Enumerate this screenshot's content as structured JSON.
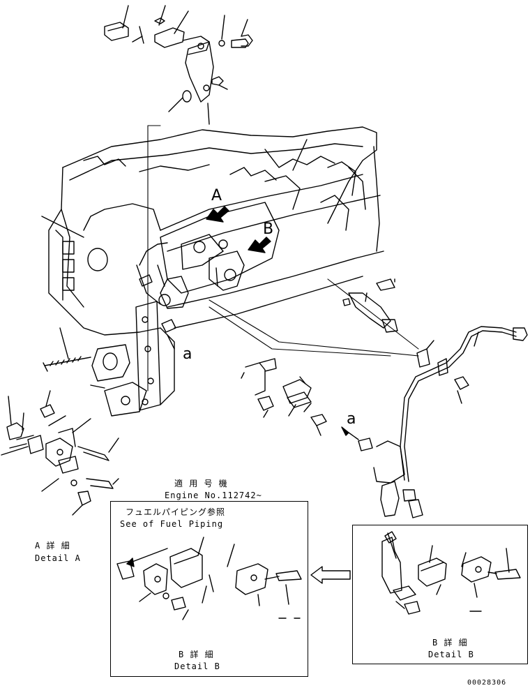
{
  "callouts": {
    "view_a": "A",
    "view_b": "B",
    "ref_a1": "a",
    "ref_a2": "a"
  },
  "detail_a": {
    "title_jp": "A 詳 細",
    "title_en": "Detail A"
  },
  "applicability": {
    "title_jp": "適 用 号 機",
    "engine": "Engine No.112742~"
  },
  "detail_b_left": {
    "note_jp": "フュエルパイピング参照",
    "note_en": "See of Fuel Piping",
    "title_jp": "B 詳 細",
    "title_en": "Detail B"
  },
  "detail_b_right": {
    "title_jp": "B 詳 細",
    "title_en": "Detail B"
  },
  "drawing_number": "00028306",
  "colors": {
    "line": "#000000",
    "background": "#ffffff"
  }
}
